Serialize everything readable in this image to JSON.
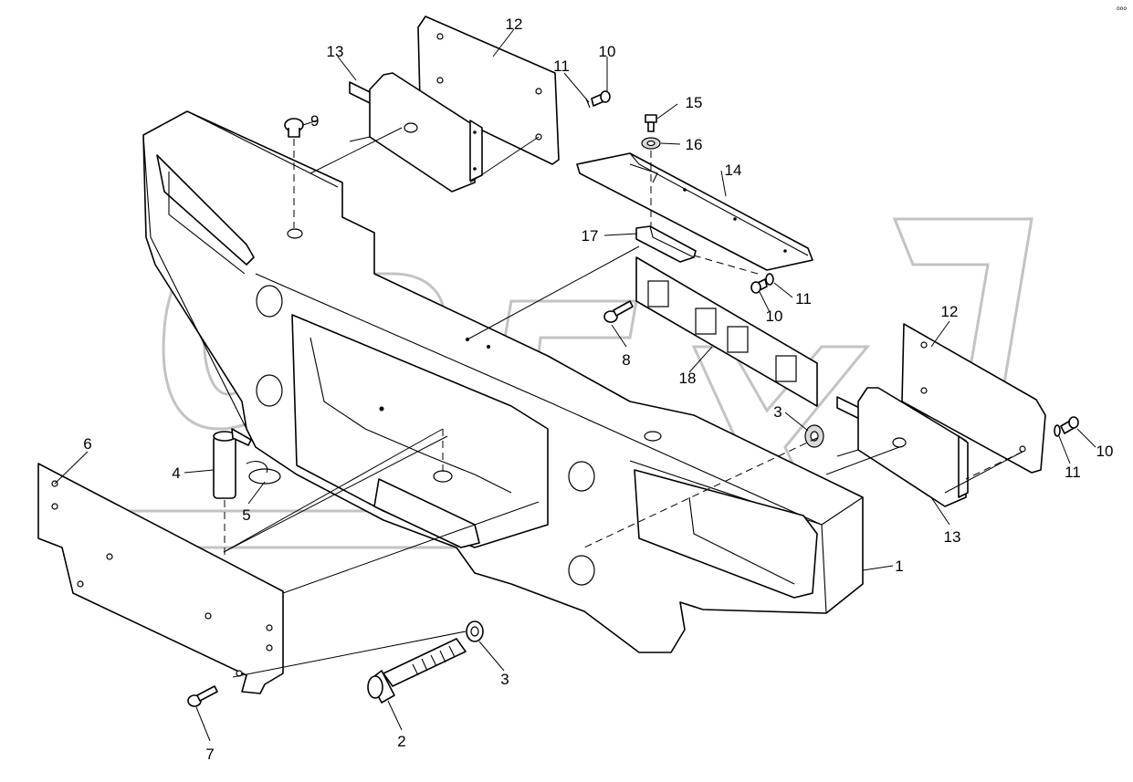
{
  "corner_mark": "ооо",
  "watermark": "OPEX",
  "callouts": {
    "c1": "1",
    "c2": "2",
    "c3a": "3",
    "c3b": "3",
    "c4": "4",
    "c5": "5",
    "c6": "6",
    "c7": "7",
    "c8": "8",
    "c9": "9",
    "c10a": "10",
    "c10b": "10",
    "c10c": "10",
    "c11a": "11",
    "c11b": "11",
    "c11c": "11",
    "c12a": "12",
    "c12b": "12",
    "c13a": "13",
    "c13b": "13",
    "c14": "14",
    "c15": "15",
    "c16": "16",
    "c17": "17",
    "c18": "18"
  },
  "colors": {
    "line": "#000000",
    "background": "#ffffff",
    "watermark": "#bdbdbd"
  }
}
